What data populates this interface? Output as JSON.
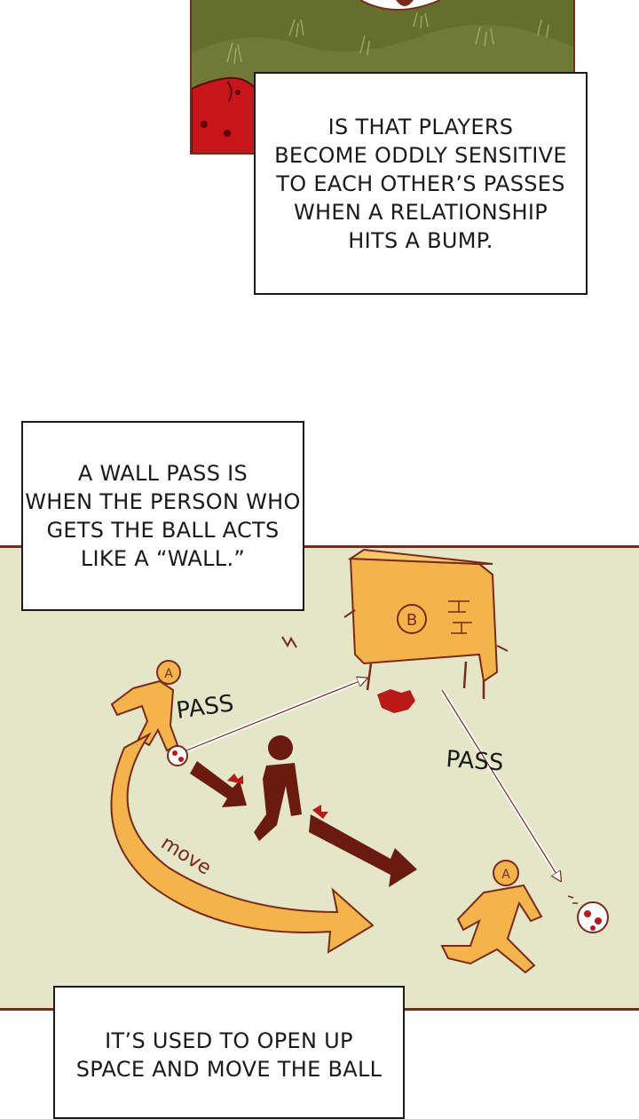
{
  "captions": {
    "top": "IS THAT PLAYERS\nBECOME ODDLY SENSITIVE\nTO EACH OTHER’S PASSES\nWHEN A RELATIONSHIP\nHITS A BUMP.",
    "wall": "A WALL PASS IS\nWHEN THE PERSON WHO\nGETS THE BALL ACTS\nLIKE A “WALL.”",
    "bottom": "IT’S USED TO OPEN UP\nSPACE AND MOVE THE BALL"
  },
  "diagram": {
    "pass_label_1": "PASS",
    "pass_label_2": "PASS",
    "move_label": "move",
    "player_a_label_1": "A",
    "player_a_label_2": "A",
    "wall_label": "B"
  },
  "colors": {
    "frame": "#7a2a1a",
    "diagram_bg": "#e4e6c8",
    "figure_orange": "#f3b54a",
    "defender": "#6b1a10",
    "accent_red": "#c8141a",
    "grass": "#5f6a2c"
  }
}
